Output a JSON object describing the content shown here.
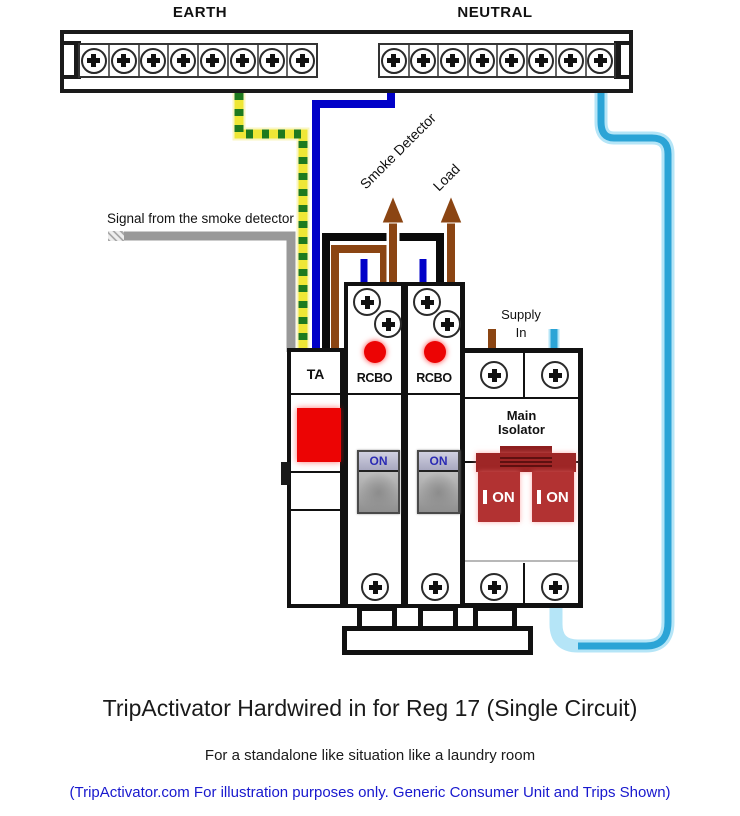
{
  "bus": {
    "earth_label": "EARTH",
    "neutral_label": "NEUTRAL",
    "earth_terminals": 8,
    "neutral_terminals": 8
  },
  "labels": {
    "signal": "Signal from the smoke detector",
    "smoke_detector": "Smoke Detector",
    "load": "Load",
    "supply_line1": "Supply",
    "supply_line2": "In"
  },
  "unit": {
    "ta_label": "TA",
    "rcbo1_label": "RCBO",
    "rcbo2_label": "RCBO",
    "rcbo_switch_on": "ON",
    "isolator_title_line1": "Main",
    "isolator_title_line2": "Isolator",
    "isolator_on_left": "ON",
    "isolator_on_right": "ON"
  },
  "captions": {
    "title": "TripActivator Hardwired in for Reg 17 (Single Circuit)",
    "subtitle": "For a standalone like situation like a laundry room",
    "footnote": "(TripActivator.com For illustration purposes only. Generic Consumer Unit and Trips Shown)"
  },
  "colors": {
    "earth-yellow": "#EFE736",
    "earth-green": "#1E7A1E",
    "neutral-blue": "#0101C8",
    "live-black": "#0A0A0A",
    "load-brown": "#8B4513",
    "signal-gray": "#999999",
    "supply-cyan": "#2BA4D6",
    "cyan-halo": "#B5E5F7",
    "indicator-red": "#EC0404",
    "isolator-red": "#9E2626",
    "isolator-dark": "#8E1F1F",
    "isolator-paddle": "#B23232",
    "switch-on-blue": "#2B2BB4",
    "footnote-blue": "#1818CE"
  }
}
